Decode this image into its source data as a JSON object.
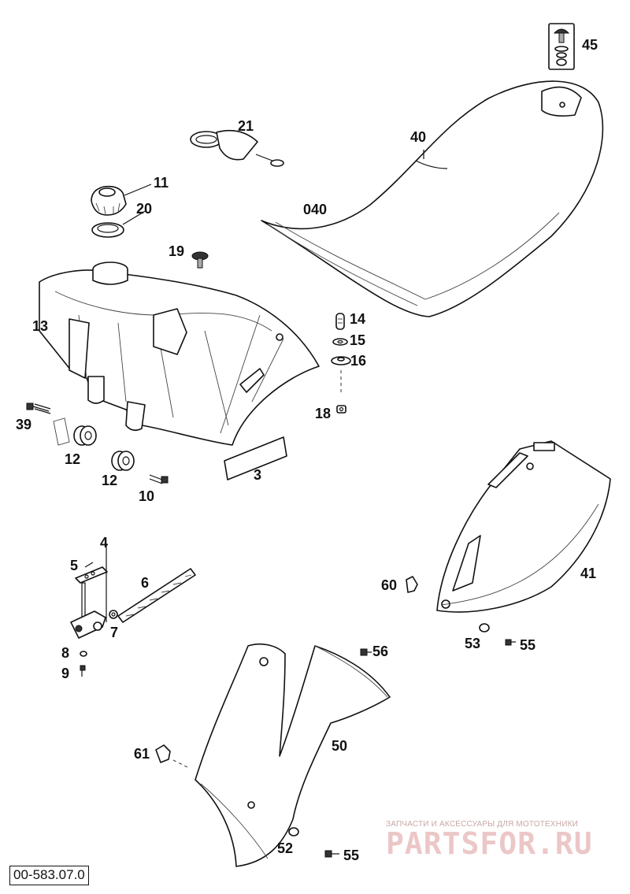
{
  "diagram_code": "00-583.07.0",
  "watermark": {
    "tagline": "ЗАПЧАСТИ И АКСЕССУАРЫ ДЛЯ МОТОТЕХНИКИ",
    "brand": "PARTSFOR.RU"
  },
  "part_labels": {
    "p45": "45",
    "p21": "21",
    "p40": "40",
    "p040": "040",
    "p11": "11",
    "p20": "20",
    "p19": "19",
    "p13": "13",
    "p14": "14",
    "p15": "15",
    "p16": "16",
    "p18": "18",
    "p39": "39",
    "p12a": "12",
    "p12b": "12",
    "p10": "10",
    "p3": "3",
    "p4": "4",
    "p5": "5",
    "p6": "6",
    "p7": "7",
    "p8": "8",
    "p9": "9",
    "p60": "60",
    "p41": "41",
    "p53": "53",
    "p55a": "55",
    "p56": "56",
    "p61": "61",
    "p50": "50",
    "p52": "52",
    "p55b": "55"
  }
}
